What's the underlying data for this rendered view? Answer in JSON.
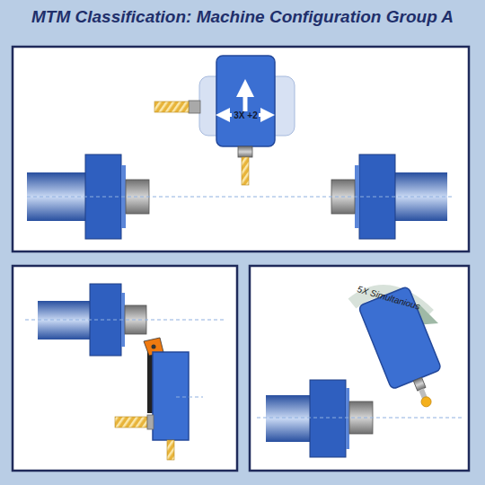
{
  "diagram": {
    "title": "MTM Classification: Machine Configuration Group A",
    "nodes": [
      {
        "text": [
          "3X +2"
        ]
      }
    ],
    "labels": [
      "5X Simultanious"
    ]
  }
}
